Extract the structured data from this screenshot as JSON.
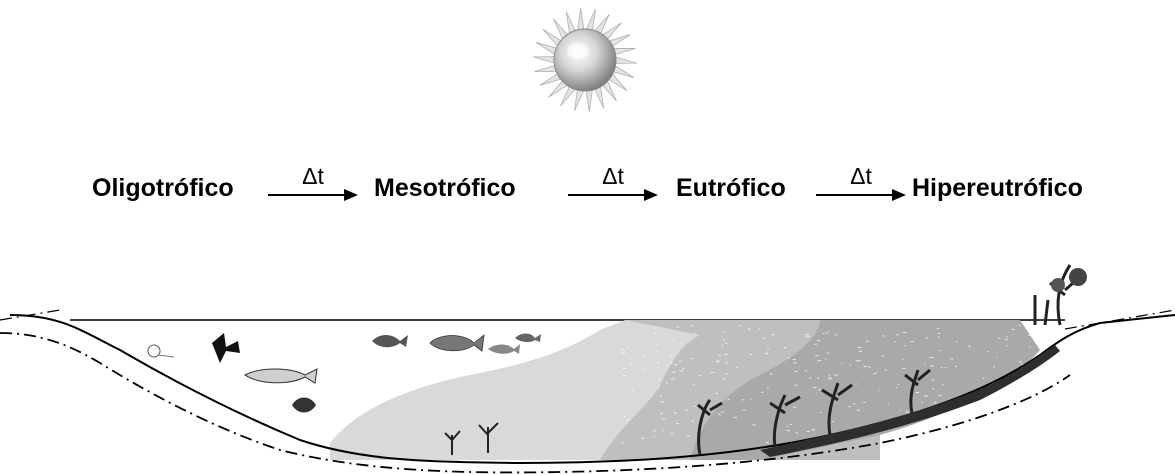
{
  "stages": [
    {
      "label": "Oligotrófico"
    },
    {
      "label": "Mesotrófico"
    },
    {
      "label": "Eutrófico"
    },
    {
      "label": "Hipereutrófico"
    }
  ],
  "arrows": [
    {
      "label": "Δt"
    },
    {
      "label": "Δt"
    },
    {
      "label": "Δt"
    }
  ],
  "icons": {
    "sun": "sun-icon",
    "lake": "lake-cross-section"
  },
  "colors": {
    "ink": "#000000",
    "meso_zone": "#d9d9d9",
    "eutro_zone": "#bdbdbd",
    "hyper_zone": "#a8a8a8",
    "sediment": "#2e2e2e",
    "sun_core": "#d0d0d0"
  }
}
